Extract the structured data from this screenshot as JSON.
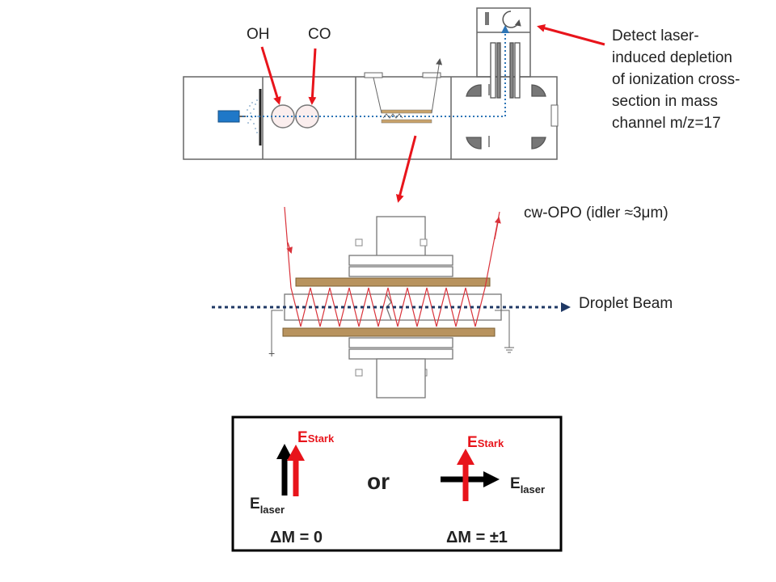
{
  "labels": {
    "oh": "OH",
    "co": "CO",
    "detect_note": [
      "Detect laser-",
      "induced depletion",
      "of ionization cross-",
      "section in mass",
      "channel m/z=17"
    ],
    "cw_opo": "cw-OPO (idler ≈3μm)",
    "droplet_beam": "Droplet Beam",
    "plus": "+"
  },
  "box": {
    "left_upper_label": {
      "main": "E",
      "sub": "Stark"
    },
    "left_lower_label": {
      "main": "E",
      "sub": "laser"
    },
    "left_delta": "ΔM = 0",
    "or_text": "or",
    "right_upper_label": {
      "main": "E",
      "sub": "Stark"
    },
    "right_side_label": {
      "main": "E",
      "sub": "laser"
    },
    "right_delta": "ΔM = ±1"
  },
  "colors": {
    "red_arrow": "#e8141b",
    "beam_dots": "#2e75b6",
    "droplet_dots": "#1f3864",
    "tan_plate": "#b8935e",
    "outline": "#555555",
    "laser_zigzag": "#d9323a",
    "nozzle": "#1f78c8"
  }
}
